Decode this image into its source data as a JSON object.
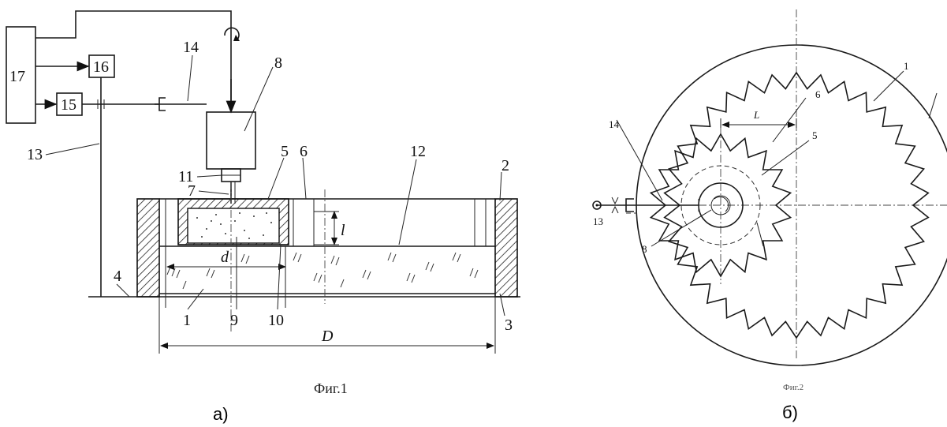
{
  "fig1": {
    "labels": {
      "l17": "17",
      "l16": "16",
      "l15": "15",
      "l14": "14",
      "l13": "13",
      "l8": "8",
      "l11": "11",
      "l7": "7",
      "l5": "5",
      "l6": "6",
      "l12": "12",
      "l2": "2",
      "l4": "4",
      "l1": "1",
      "l9": "9",
      "l10": "10",
      "l3": "3",
      "dim_l": "l",
      "dim_d": "d",
      "dim_D": "D"
    },
    "caption": "Фиг.1",
    "sublabel": "а)"
  },
  "fig2": {
    "labels": {
      "l1": "1",
      "l6": "6",
      "l5": "5",
      "l14": "14",
      "l13": "13",
      "l8": "8",
      "dim_L": "L"
    },
    "caption": "Фиг.2",
    "sublabel": "б)"
  }
}
